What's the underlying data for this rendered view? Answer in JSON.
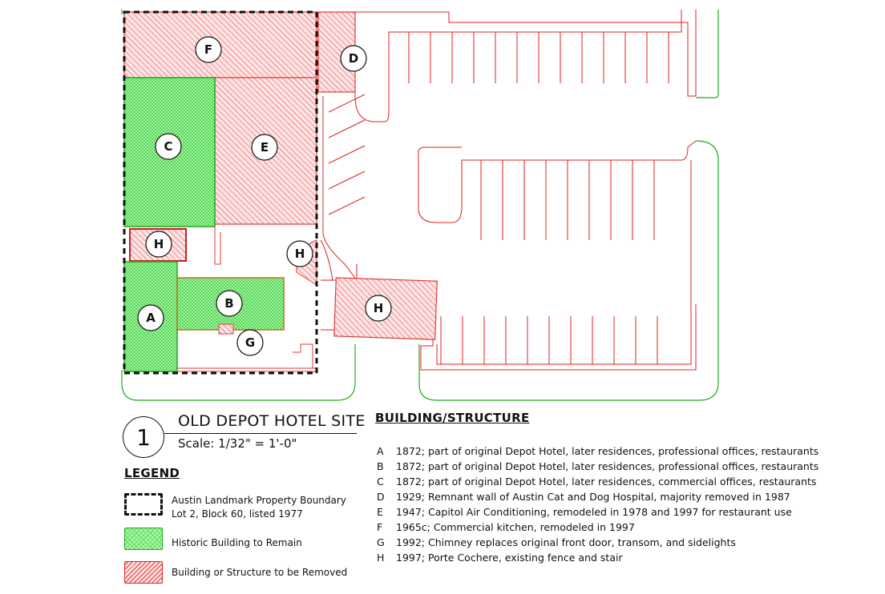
{
  "site_title": "OLD DEPOT HOTEL SITE",
  "sheet_number": "1",
  "scale": "Scale: 1/32\" = 1'-0\"",
  "colors": {
    "remove_red": "#e03a3a",
    "remain_green": "#1fa81f",
    "boundary_black": "#111111",
    "parking_red": "#e02020",
    "curb_green": "#22aa22"
  },
  "plan_labels": {
    "F": "F",
    "D": "D",
    "C": "C",
    "E": "E",
    "H1": "H",
    "H2": "H",
    "H3": "H",
    "A": "A",
    "B": "B",
    "G": "G"
  },
  "legend": {
    "heading": "LEGEND",
    "items": [
      {
        "key": "boundary",
        "line1": "Austin Landmark Property Boundary",
        "line2": "Lot 2, Block 60, listed 1977"
      },
      {
        "key": "remain",
        "line1": "Historic Building to Remain"
      },
      {
        "key": "remove",
        "line1": "Building or Structure to be Removed"
      }
    ]
  },
  "buildings": {
    "heading": "BUILDING/STRUCTURE",
    "rows": [
      {
        "key": "A",
        "text": "1872; part of original Depot Hotel, later residences, professional offices, restaurants"
      },
      {
        "key": "B",
        "text": "1872; part of original Depot Hotel, later residences, professional offices, restaurants"
      },
      {
        "key": "C",
        "text": "1872; part of original Depot Hotel, later residences, commercial offices, restaurants"
      },
      {
        "key": "D",
        "text": "1929; Remnant wall of Austin Cat and Dog Hospital, majority removed in 1987"
      },
      {
        "key": "E",
        "text": "1947; Capitol Air Conditioning, remodeled in 1978 and 1997 for restaurant use"
      },
      {
        "key": "F",
        "text": "1965c; Commercial kitchen, remodeled in 1997"
      },
      {
        "key": "G",
        "text": "1992; Chimney replaces original front door, transom, and sidelights"
      },
      {
        "key": "H",
        "text": "1997; Porte Cochere, existing fence and stair"
      }
    ]
  }
}
